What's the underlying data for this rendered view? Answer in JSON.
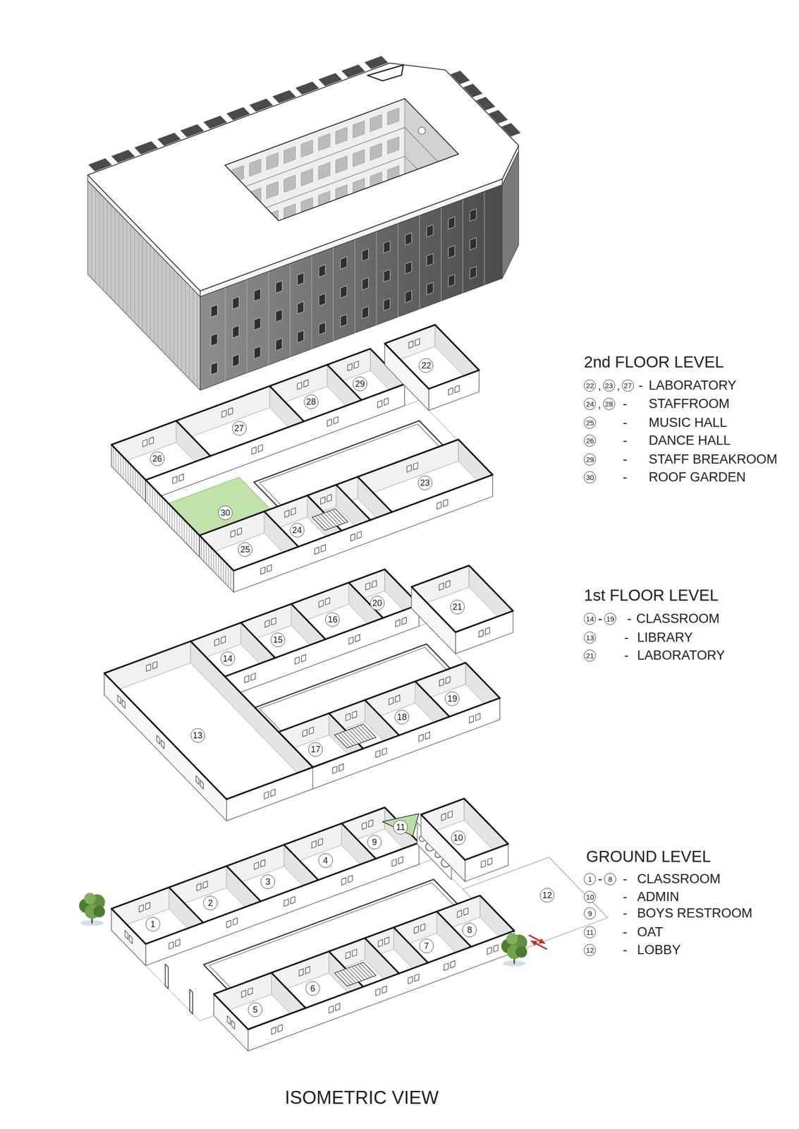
{
  "diagram": {
    "caption": "ISOMETRIC VIEW",
    "labels": [
      "29",
      "28",
      "22",
      "27",
      "26",
      "30",
      "23",
      "24",
      "25",
      "2nd FLOOR LEVEL",
      "22",
      ",",
      "23",
      ",",
      "27",
      "-",
      "LABORATORY",
      "24",
      ",",
      "28",
      "-",
      "STAFFROOM",
      "25",
      "-",
      "MUSIC HALL",
      "26",
      "-",
      "DANCE HALL",
      "29",
      "-",
      "STAFF BREAKROOM",
      "30",
      "-",
      "ROOF GARDEN",
      "20",
      "16",
      "21",
      "15",
      "14",
      "19",
      "18",
      "13",
      "17",
      "1st FLOOR LEVEL",
      "14",
      "-",
      "19",
      "-",
      "CLASSROOM",
      "13",
      "-",
      "LIBRARY",
      "21",
      "-",
      "LABORATORY",
      "9",
      "11",
      "4",
      "10",
      "3",
      "2",
      "12",
      "1",
      "8",
      "7",
      "6",
      "5",
      "GROUND LEVEL",
      "1",
      "-",
      "8",
      "-",
      "CLASSROOM",
      "10",
      "-",
      "ADMIN",
      "9",
      "-",
      "BOYS RESTROOM",
      "11",
      "-",
      "OAT",
      "12",
      "-",
      "LOBBY"
    ]
  }
}
